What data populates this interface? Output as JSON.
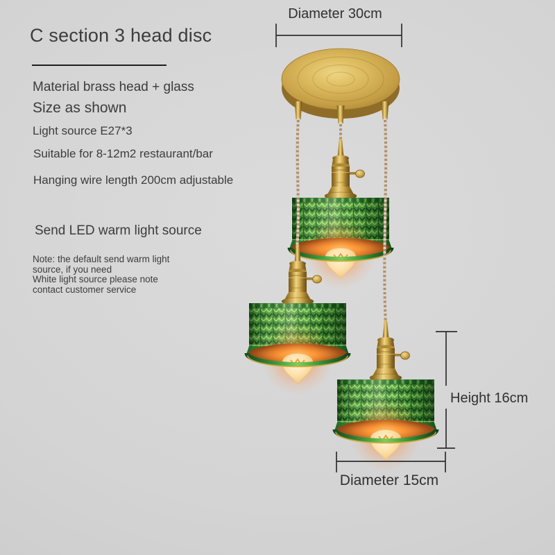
{
  "specs": {
    "title": "C section 3 head disc",
    "material": "Material brass head + glass",
    "size": "Size as shown",
    "light_source": "Light source E27*3",
    "suitable": "Suitable for 8-12m2 restaurant/bar",
    "wire": "Hanging wire length 200cm adjustable",
    "bonus": "Send LED warm light source",
    "note_lines": [
      "Note: the default send warm light",
      "source, if you need",
      "White light source please note",
      "contact customer service"
    ]
  },
  "dimensions": {
    "top_diameter": "Diameter 30cm",
    "height": "Height 16cm",
    "bottom_diameter": "Diameter 15cm"
  },
  "illustration": {
    "alt": "Three-head brass pendant lamp on a round ceiling disc, twisted fabric cords, green textured glass cylindrical shades with warm glowing bulbs",
    "palette": {
      "background": "#d4d4d4",
      "brass": "#c9a24a",
      "green_glass": "#3f9c3c",
      "green_dark": "#17521d",
      "copper_interior": "#c96a22",
      "warm_glow": "#ff9f3e",
      "cord": "#a98f77",
      "text": "#3c3c3c",
      "dimension_line": "#2e2e2e"
    }
  }
}
